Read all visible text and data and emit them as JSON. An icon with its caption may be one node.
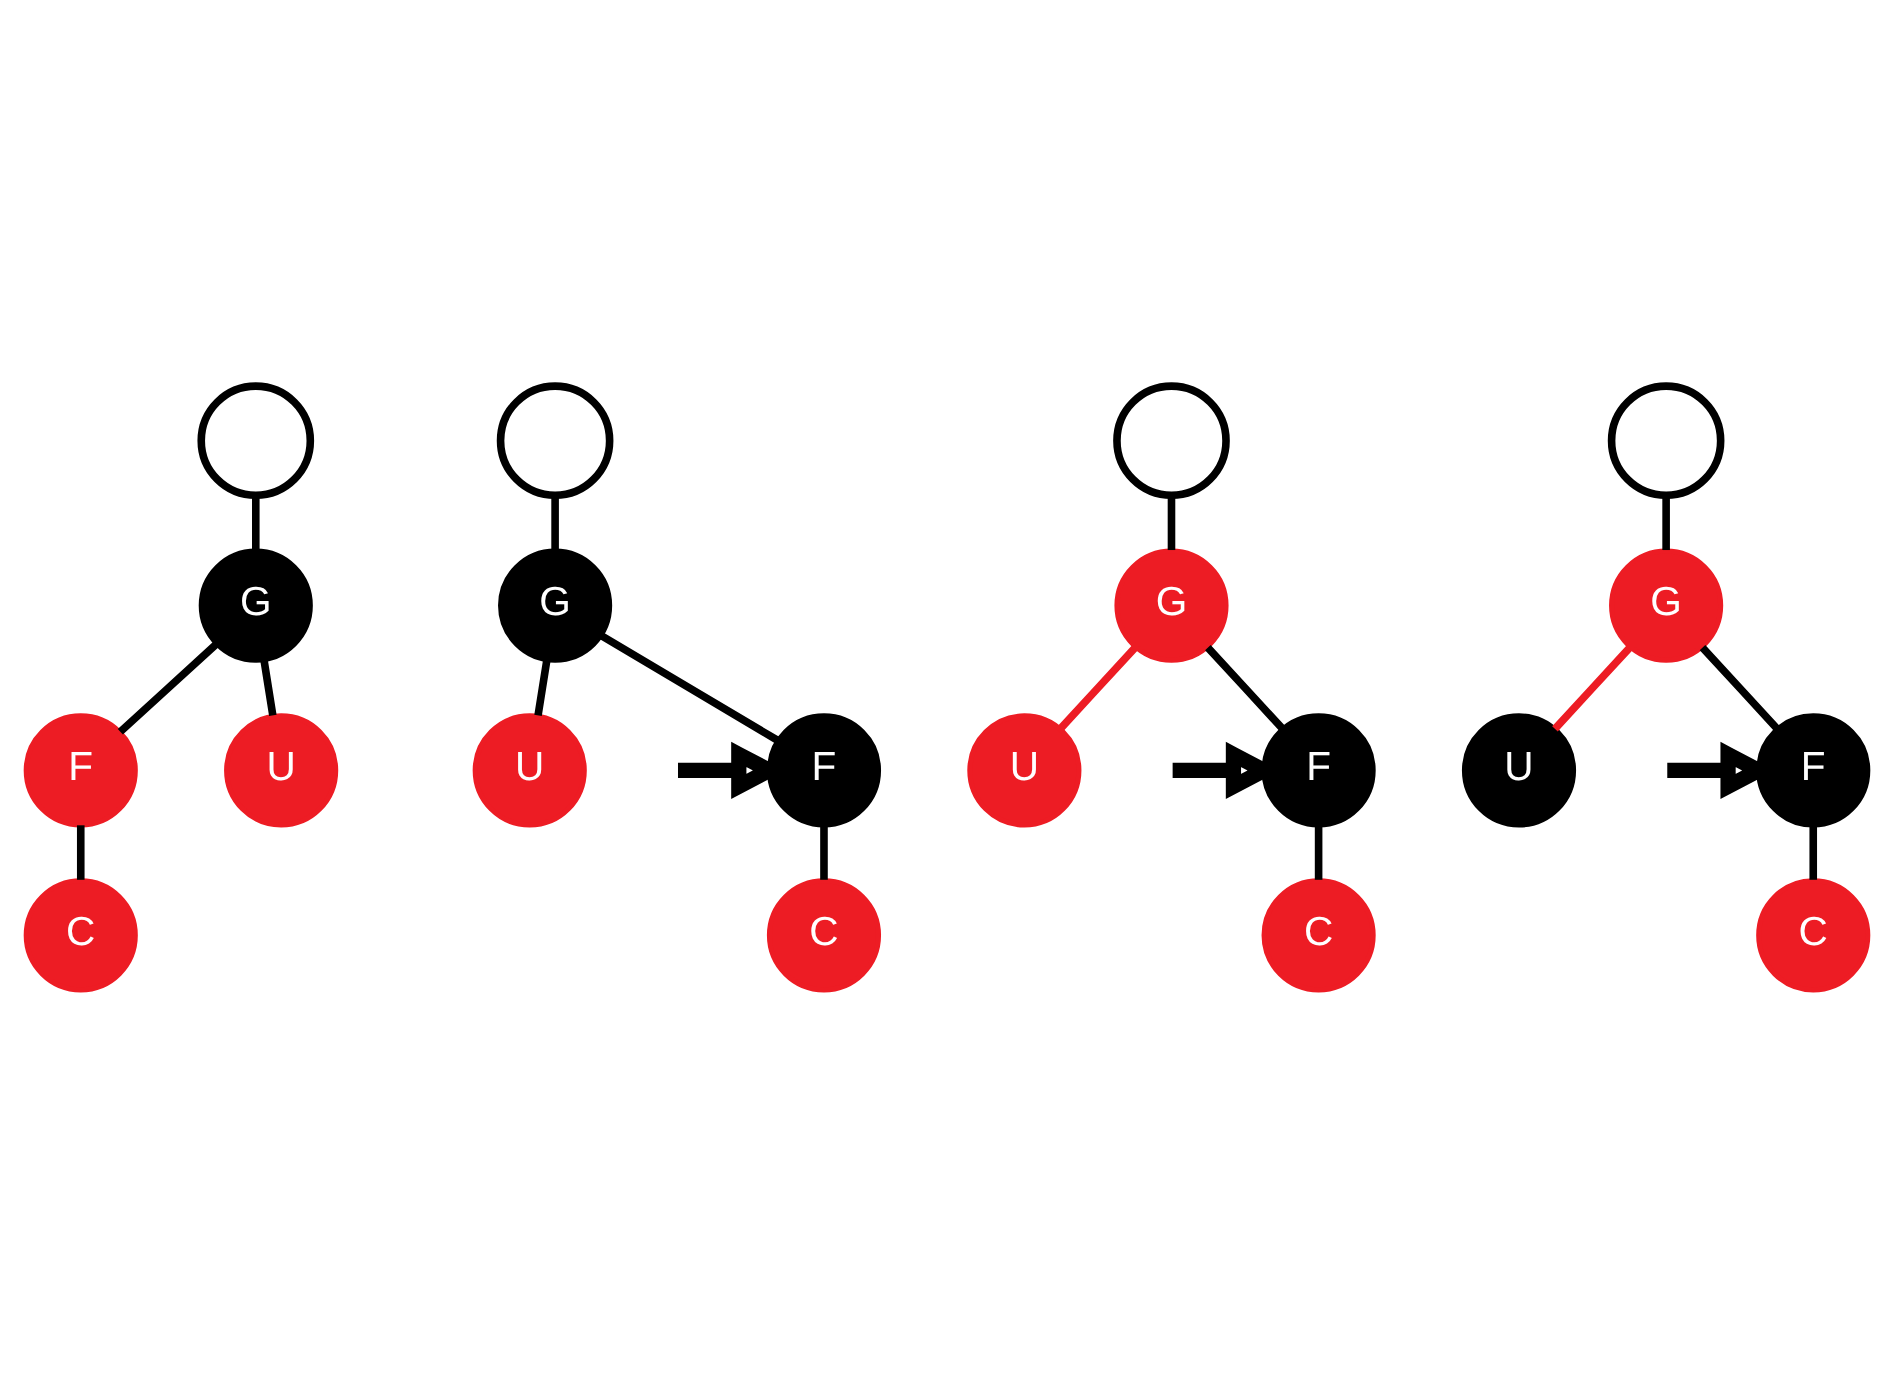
{
  "diagram": {
    "nodes": [
      {
        "text": [],
        "shape": "circle"
      },
      {
        "text": [
          "G"
        ]
      },
      {
        "text": [
          "F"
        ]
      },
      {
        "text": [
          "U"
        ]
      },
      {
        "text": [
          "C"
        ]
      },
      {
        "text": [],
        "shape": "circle"
      },
      {
        "text": [
          "G"
        ]
      },
      {
        "text": [
          "F"
        ]
      },
      {
        "text": [
          "U"
        ]
      },
      {
        "text": [
          "C"
        ]
      },
      {
        "text": [],
        "shape": "circle"
      },
      {
        "text": [
          "G"
        ]
      },
      {
        "text": [
          "F"
        ]
      },
      {
        "text": [
          "U"
        ]
      },
      {
        "text": [
          "C"
        ]
      },
      {
        "text": [],
        "shape": "circle"
      },
      {
        "text": [
          "G"
        ]
      },
      {
        "text": [
          "F"
        ]
      },
      {
        "text": [
          "U"
        ]
      },
      {
        "text": [
          "C"
        ]
      }
    ],
    "edges": [
      {
        "from": 0,
        "to": 1,
        "arrow": "none"
      },
      {
        "from": 1,
        "to": 2,
        "arrow": "none"
      },
      {
        "from": 1,
        "to": 3,
        "arrow": "none"
      },
      {
        "from": 2,
        "to": 4,
        "arrow": "none"
      },
      {
        "from": null,
        "to": 7,
        "arrow": "to",
        "style": "thick"
      },
      {
        "from": 5,
        "to": 6,
        "arrow": "none"
      },
      {
        "from": 6,
        "to": 7,
        "arrow": "none"
      },
      {
        "from": 6,
        "to": 8,
        "arrow": "none"
      },
      {
        "from": 7,
        "to": 9,
        "arrow": "none"
      },
      {
        "from": null,
        "to": 12,
        "arrow": "to",
        "style": "thick"
      },
      {
        "from": 10,
        "to": 11,
        "arrow": "none"
      },
      {
        "from": 11,
        "to": 12,
        "arrow": "none"
      },
      {
        "from": 11,
        "to": 13,
        "arrow": "none",
        "color": "#ed1c24"
      },
      {
        "from": 12,
        "to": 14,
        "arrow": "none"
      },
      {
        "from": null,
        "to": 17,
        "arrow": "to",
        "style": "thick"
      },
      {
        "from": 15,
        "to": 16,
        "arrow": "none"
      },
      {
        "from": 16,
        "to": 17,
        "arrow": "none"
      },
      {
        "from": 16,
        "to": 18,
        "arrow": "none",
        "color": "#ed1c24"
      },
      {
        "from": 17,
        "to": 19,
        "arrow": "none"
      }
    ]
  }
}
